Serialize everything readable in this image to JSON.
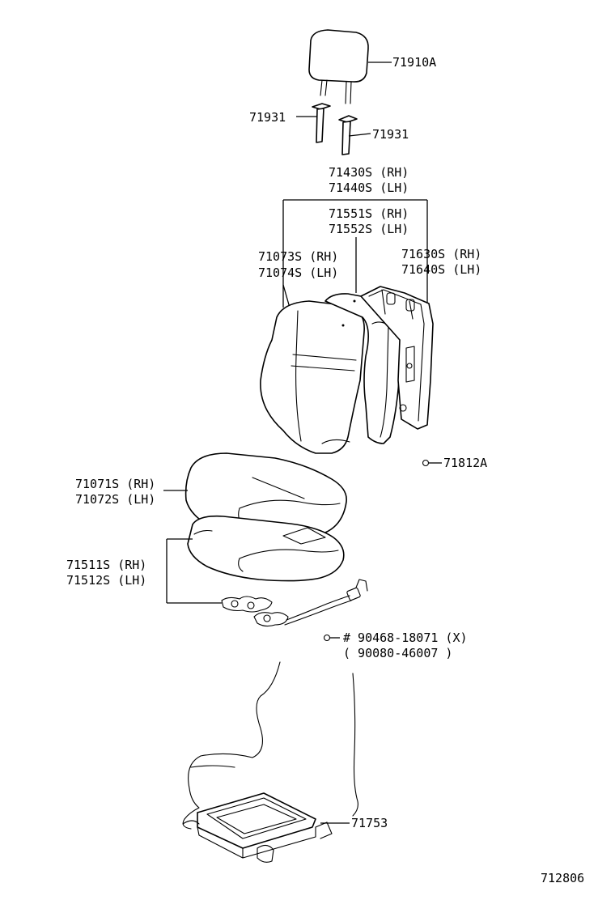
{
  "labels": {
    "headrest": "71910A",
    "support_left": "71931",
    "support_right": "71931",
    "back_assy_rh": "71430S (RH)",
    "back_assy_lh": "71440S (LH)",
    "back_pad_rh": "71551S (RH)",
    "back_pad_lh": "71552S (LH)",
    "back_cover_rh": "71073S (RH)",
    "back_cover_lh": "71074S (LH)",
    "back_frame_rh": "71630S (RH)",
    "back_frame_lh": "71640S (LH)",
    "clip": "71812A",
    "cushion_cover_rh": "71071S (RH)",
    "cushion_cover_lh": "71072S (LH)",
    "cushion_pad_rh": "71511S (RH)",
    "cushion_pad_lh": "71512S (LH)",
    "heater_part": "# 90468-18071 (X)",
    "heater_part_alt": "( 90080-46007 )",
    "cushion_frame": "71753",
    "diagram_id": "712806"
  }
}
